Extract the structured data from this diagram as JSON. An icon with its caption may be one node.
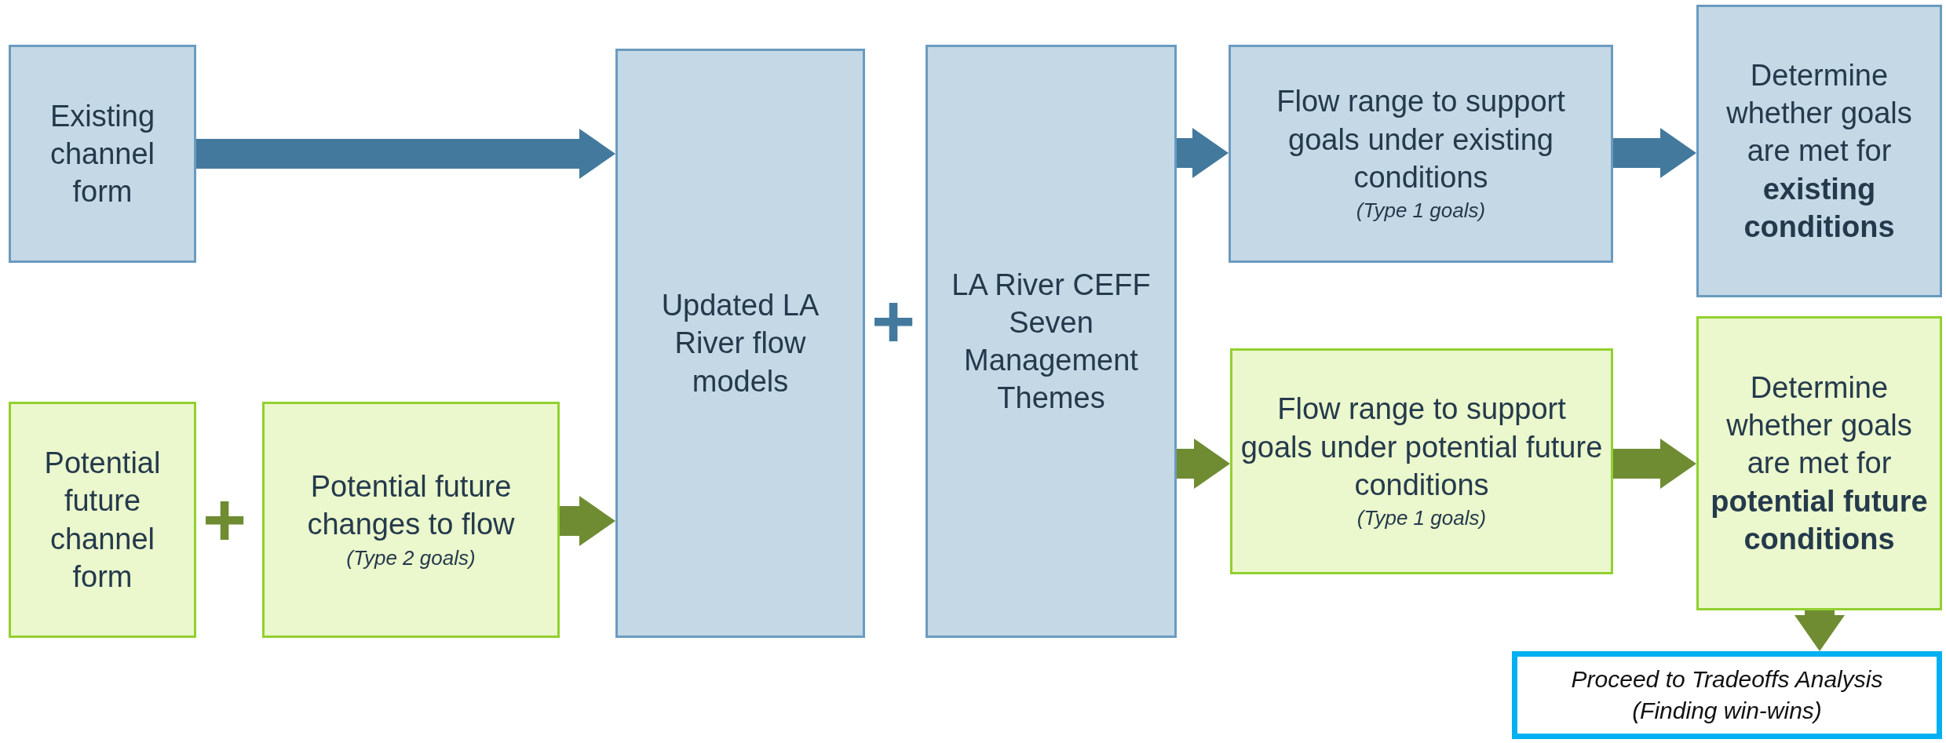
{
  "diagram": {
    "nodes": [
      {
        "text": [
          "Existing channel form"
        ]
      },
      {
        "text": [
          "Potential future channel form"
        ]
      },
      {
        "text": [
          "Potential future changes to flow",
          "(Type 2 goals)"
        ]
      },
      {
        "text": [
          "Updated LA River flow models"
        ]
      },
      {
        "text": [
          "LA River CEFF Seven Management Themes"
        ]
      },
      {
        "text": [
          "Flow range to support goals under existing conditions",
          "(Type 1 goals)"
        ]
      },
      {
        "text": [
          "Flow range to support goals under potential future conditions",
          "(Type 1 goals)"
        ]
      },
      {
        "text": [
          "Determine whether goals are met for **existing conditions**"
        ]
      },
      {
        "text": [
          "Determine whether goals are met for **potential future conditions**"
        ]
      },
      {
        "text": [
          "Proceed to Tradeoffs Analysis",
          "(Finding win-wins)"
        ]
      }
    ],
    "edges": [
      {
        "from": 0,
        "to": 3,
        "arrow": "to",
        "color": "#44799e"
      },
      {
        "from": 2,
        "to": 3,
        "arrow": "to"
      },
      {
        "from": 4,
        "to": 5,
        "arrow": "to",
        "color": "#44799e"
      },
      {
        "from": 4,
        "to": 6,
        "arrow": "to"
      },
      {
        "from": 5,
        "to": 7,
        "arrow": "to",
        "color": "#44799e"
      },
      {
        "from": 6,
        "to": 8,
        "arrow": "to"
      },
      {
        "from": 8,
        "to": 9,
        "arrow": "to"
      }
    ],
    "labels": [
      "+",
      "+"
    ]
  }
}
